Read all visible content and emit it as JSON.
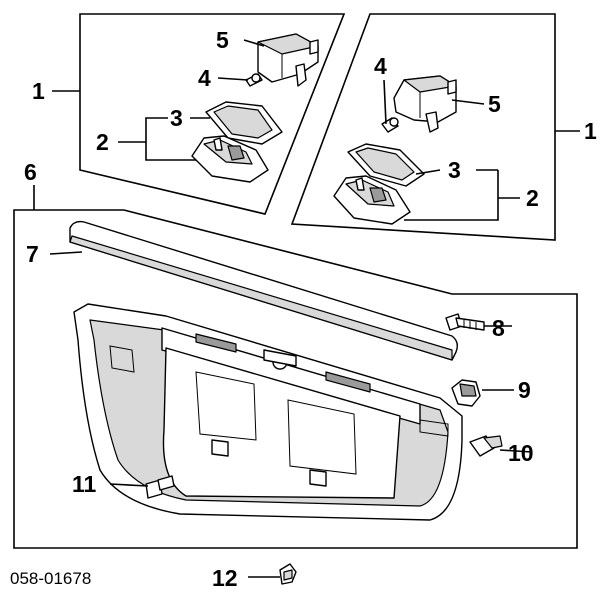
{
  "diagram": {
    "callouts": {
      "left_assembly": "1",
      "right_assembly": "1",
      "left_housing": "2",
      "right_housing": "2",
      "left_lens": "3",
      "right_lens": "3",
      "left_bulb": "4",
      "right_bulb": "4",
      "left_socket": "5",
      "right_socket": "5",
      "garnish_assembly": "6",
      "molding": "7",
      "screw": "8",
      "clip": "9",
      "grommet": "10",
      "fastener": "11",
      "nut": "12"
    },
    "part_code": "058-01678"
  }
}
